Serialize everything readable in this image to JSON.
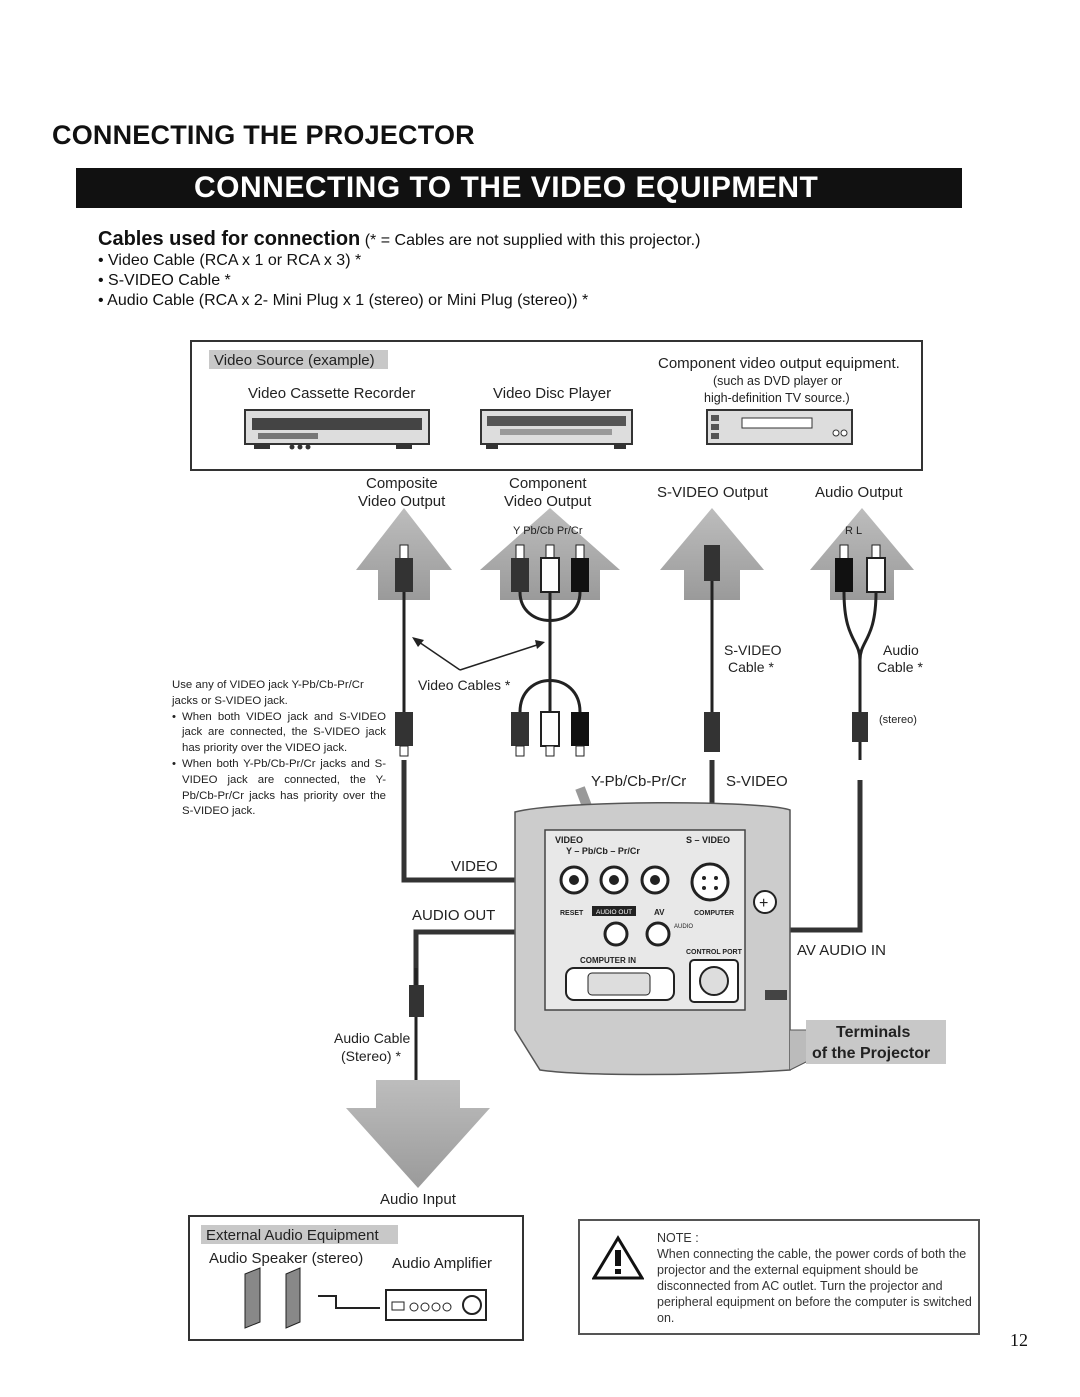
{
  "page": {
    "title": "CONNECTING THE PROJECTOR",
    "section_banner": "CONNECTING TO THE VIDEO EQUIPMENT",
    "page_number": "12"
  },
  "cables": {
    "heading": "Cables used for connection",
    "note": "(* = Cables are not supplied with this projector.)",
    "items": [
      "• Video Cable (RCA x 1 or RCA x 3) *",
      "• S-VIDEO Cable *",
      "• Audio Cable (RCA x 2- Mini Plug x 1 (stereo) or Mini Plug (stereo)) *"
    ]
  },
  "diagram": {
    "video_source_label": "Video Source (example)",
    "vcr_label": "Video Cassette Recorder",
    "disc_label": "Video Disc Player",
    "component_title": "Component video output equipment.",
    "component_sub1": "(such as DVD player or",
    "component_sub2": "high-definition TV source.)",
    "composite_out1": "Composite",
    "composite_out2": "Video Output",
    "component_out1": "Component",
    "component_out2": "Video Output",
    "svideo_out": "S-VIDEO Output",
    "audio_out": "Audio Output",
    "ypbpr_small": "Y   Pb/Cb   Pr/Cr",
    "rl_small": "R    L",
    "video_cables": "Video Cables *",
    "svideo_cable1": "S-VIDEO",
    "svideo_cable2": "Cable *",
    "audio_cable1": "Audio",
    "audio_cable2": "Cable *",
    "stereo_small": "(stereo)",
    "ypbpr_jack": "Y-Pb/Cb-Pr/Cr",
    "svideo_jack": "S-VIDEO",
    "video_jack": "VIDEO",
    "audio_out_jack": "AUDIO OUT",
    "av_audio_in": "AV AUDIO IN",
    "panel_video": "VIDEO",
    "panel_ypbpr": "Y  –  Pb/Cb  –  Pr/Cr",
    "panel_svideo": "S – VIDEO",
    "panel_reset": "RESET",
    "panel_audio_out": "AUDIO OUT",
    "panel_av": "AV",
    "panel_computer": "COMPUTER",
    "panel_audio": "AUDIO",
    "panel_control_port": "CONTROL PORT",
    "panel_computer_in": "COMPUTER IN",
    "terminals1": "Terminals",
    "terminals2": "of the Projector",
    "audio_cable_stereo1": "Audio Cable",
    "audio_cable_stereo2": "(Stereo) *",
    "audio_input": "Audio Input",
    "external_audio": "External Audio Equipment",
    "speaker_label": "Audio Speaker (stereo)",
    "amp_label": "Audio Amplifier"
  },
  "side_note": {
    "intro": "Use any of VIDEO jack Y-Pb/Cb-Pr/Cr jacks or S-VIDEO jack.",
    "bullets": [
      "When both VIDEO jack and S-VIDEO jack are connected, the S-VIDEO jack has priority over the VIDEO jack.",
      "When both Y-Pb/Cb-Pr/Cr jacks and S-VIDEO jack are connected, the Y-Pb/Cb-Pr/Cr jacks has priority over the S-VIDEO jack."
    ]
  },
  "note": {
    "label": "NOTE  :",
    "text": "When connecting the cable, the power cords of both the projector and the external equipment should be disconnected from AC outlet.  Turn the projector and peripheral equipment on before the computer is switched on."
  }
}
